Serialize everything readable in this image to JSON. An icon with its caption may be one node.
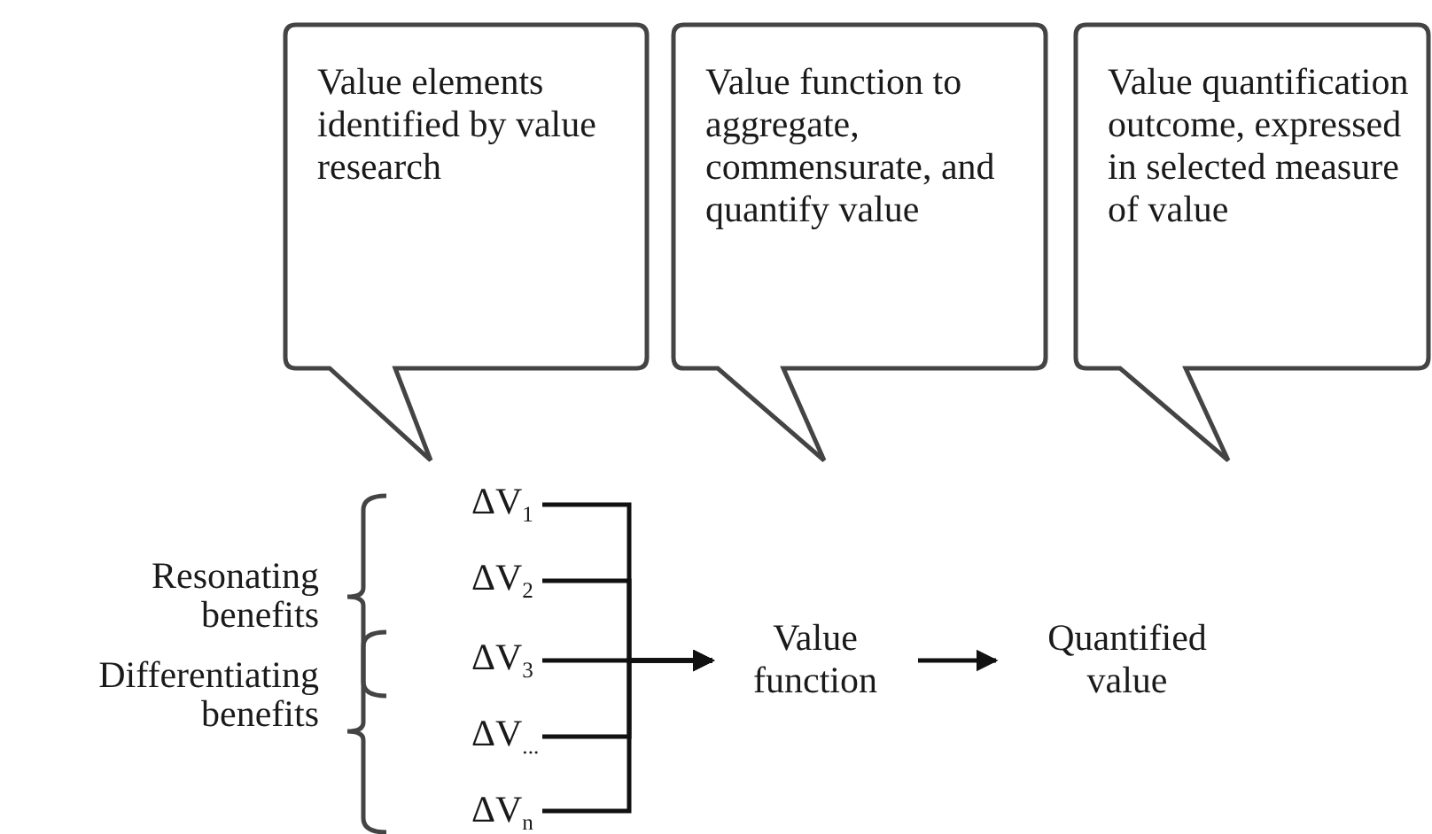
{
  "diagram": {
    "nodes": [
      {
        "text": [
          "Value elements identified by value research"
        ]
      },
      {
        "text": [
          "Value function to aggregate, commensurate, and quantify value"
        ]
      },
      {
        "text": [
          "Value quantification outcome, expressed in selected measure of value"
        ]
      },
      {
        "text": [
          "ΔV$_{1}$"
        ]
      },
      {
        "text": [
          "ΔV$_{2}$"
        ]
      },
      {
        "text": [
          "ΔV$_{3}$"
        ]
      },
      {
        "text": [
          "ΔV$_{...}$"
        ]
      },
      {
        "text": [
          "ΔV$_{n}$"
        ]
      },
      {
        "text": [
          "Value function"
        ]
      },
      {
        "text": [
          "Quantified value"
        ]
      }
    ],
    "edges": [
      {
        "from": 3,
        "to": 8,
        "arrow": "to"
      },
      {
        "from": 4,
        "to": 8,
        "arrow": "to"
      },
      {
        "from": 5,
        "to": 8,
        "arrow": "to"
      },
      {
        "from": 6,
        "to": 8,
        "arrow": "to"
      },
      {
        "from": 7,
        "to": 8,
        "arrow": "to"
      },
      {
        "from": 8,
        "to": 9,
        "arrow": "to"
      }
    ],
    "labels": [
      "Resonating benefits",
      "Differentiating benefits"
    ]
  }
}
